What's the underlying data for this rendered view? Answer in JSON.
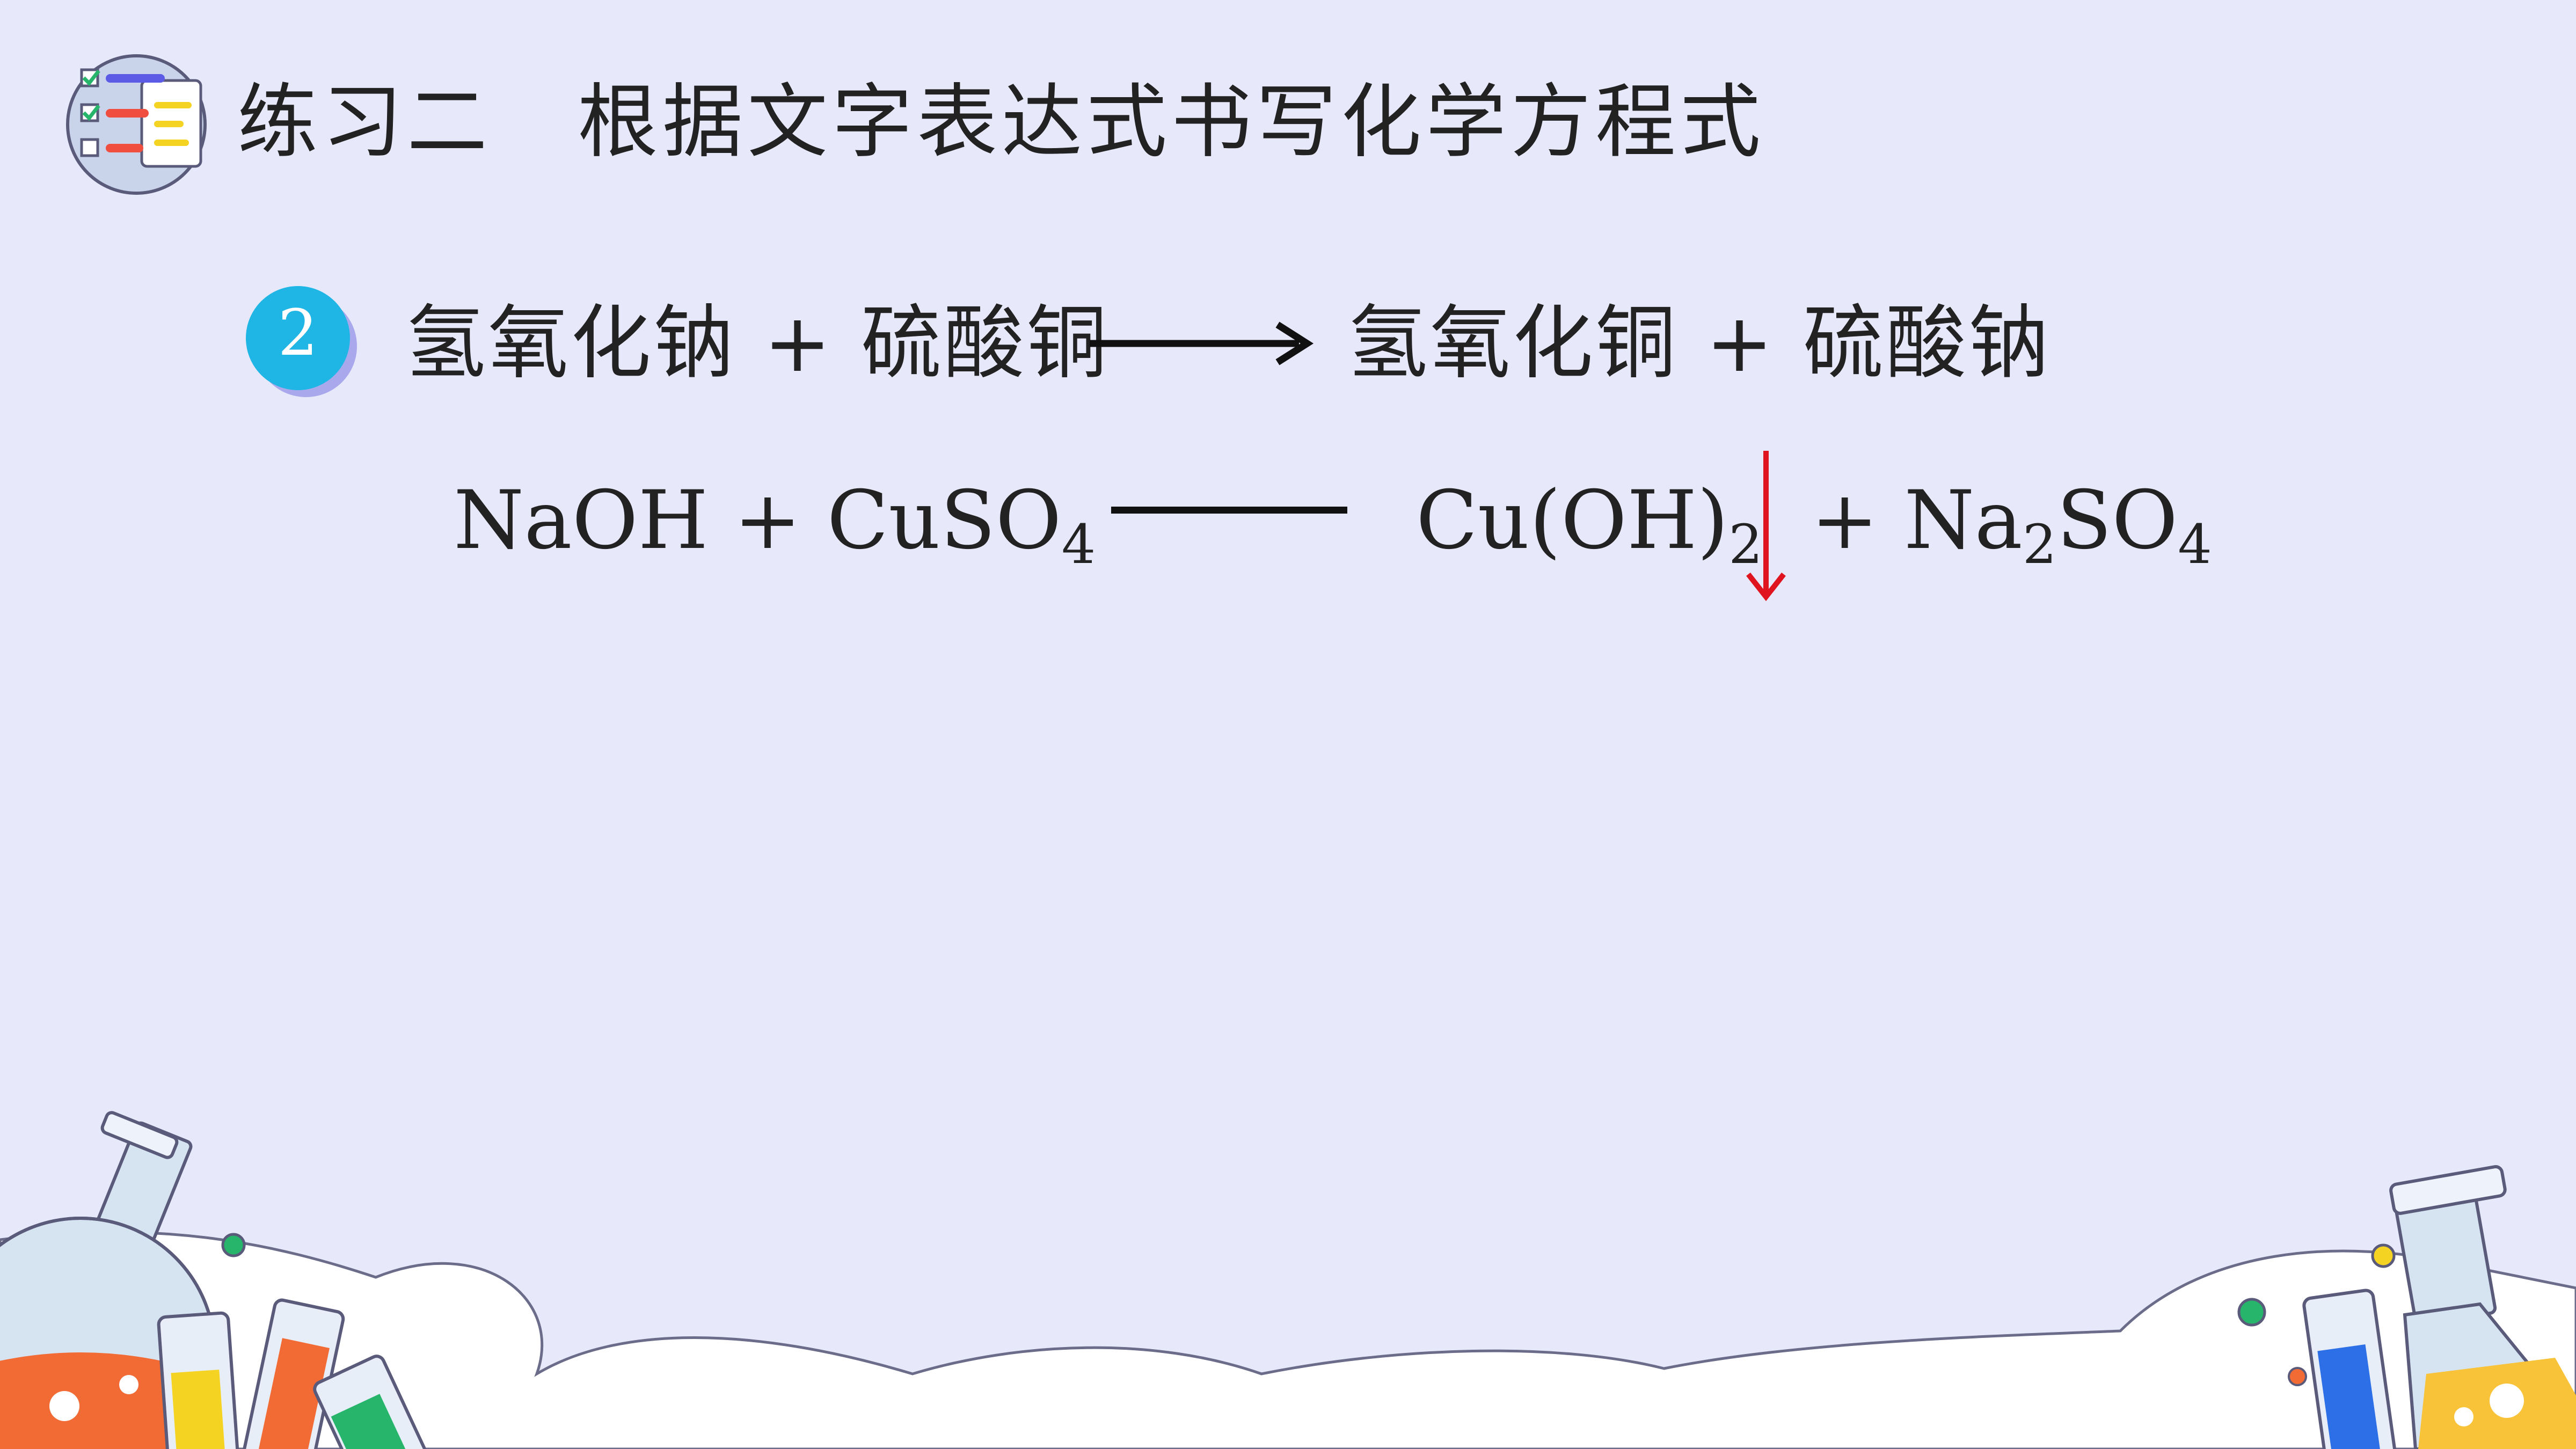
{
  "title": {
    "prefix": "练习二",
    "text": "根据文字表达式书写化学方程式"
  },
  "question": {
    "number": "2",
    "word_equation": {
      "reactants": "氢氧化钠 + 硫酸铜",
      "products": "氢氧化铜 + 硫酸钠"
    },
    "chemical_equation": {
      "reactant1": "NaOH",
      "plus": "+",
      "reactant2_base": "CuSO",
      "reactant2_sub": "4",
      "product1_base": "Cu(OH)",
      "product1_sub": "2",
      "product2_na": "Na",
      "product2_na_sub": "2",
      "product2_so": "SO",
      "product2_so_sub": "4"
    }
  },
  "colors": {
    "background": "#e8e8fb",
    "badge": "#1fb6e6",
    "precipitate_arrow": "#e0141e"
  },
  "icons": {
    "title": "checklist-icon",
    "precipitate": "down-arrow-icon",
    "decoration": "lab-glassware-illustration"
  }
}
